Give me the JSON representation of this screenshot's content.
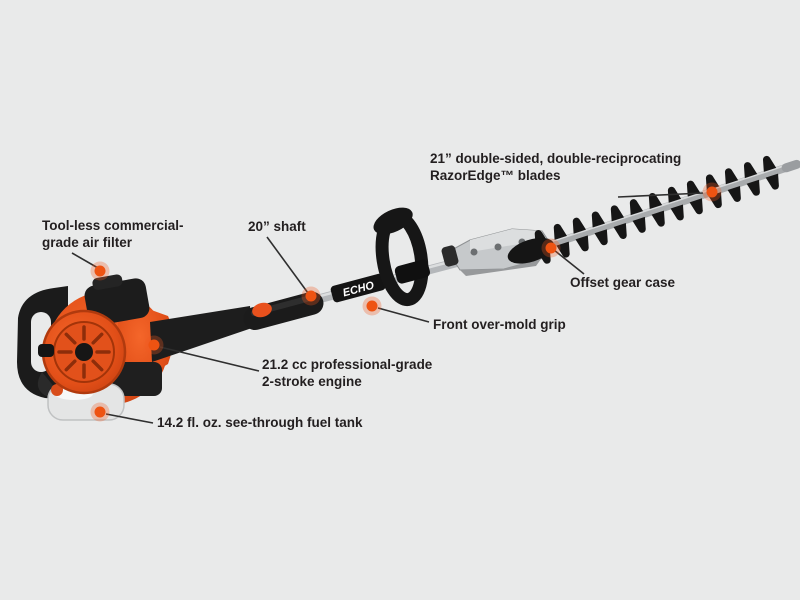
{
  "scene": {
    "background_color": "#e9eaea",
    "accent_color": "#f15a22",
    "line_color": "#2f2f2f",
    "text_color": "#231f20"
  },
  "product": {
    "brand_logo": "ECHO"
  },
  "callouts": {
    "blades": {
      "text": "21” double-sided, double-reciprocating\nRazorEdge™ blades"
    },
    "air_filter": {
      "text": "Tool-less commercial-\ngrade air filter"
    },
    "shaft": {
      "text": "20” shaft"
    },
    "gear_case": {
      "text": "Offset gear case"
    },
    "front_grip": {
      "text": "Front over-mold grip"
    },
    "engine": {
      "text": "21.2 cc professional-grade\n2-stroke engine"
    },
    "fuel_tank": {
      "text": "14.2 fl. oz. see-through fuel tank"
    }
  }
}
